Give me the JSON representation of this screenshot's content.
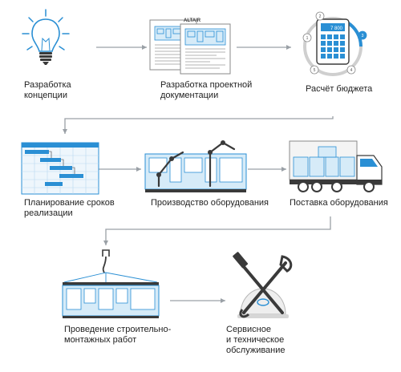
{
  "steps": [
    {
      "label": "Разработка\nконцепции",
      "icon": "lightbulb-icon"
    },
    {
      "label": "Разработка проектной\nдокументации",
      "icon": "documents-icon"
    },
    {
      "label": "Расчёт бюджета",
      "icon": "calculator-icon"
    },
    {
      "label": "Планирование сроков\nреализации",
      "icon": "gantt-chart-icon"
    },
    {
      "label": "Производство оборудования",
      "icon": "factory-robot-icon"
    },
    {
      "label": "Поставка оборудования",
      "icon": "delivery-truck-icon"
    },
    {
      "label": "Проведение строительно-\nмонтажных работ",
      "icon": "crane-unit-icon"
    },
    {
      "label": "Сервисное\nи техническое\nобслуживание",
      "icon": "wrench-hammer-icon"
    }
  ],
  "doc_logo": "ALTAIR",
  "calculator_screen": "7 800",
  "calculator_badges": [
    "1",
    "2",
    "3",
    "4",
    "5"
  ],
  "colors": {
    "accent": "#2a8fd4",
    "line": "#9aa0a6",
    "dark": "#3a3a3a",
    "light_blue": "#d6ebf8"
  }
}
